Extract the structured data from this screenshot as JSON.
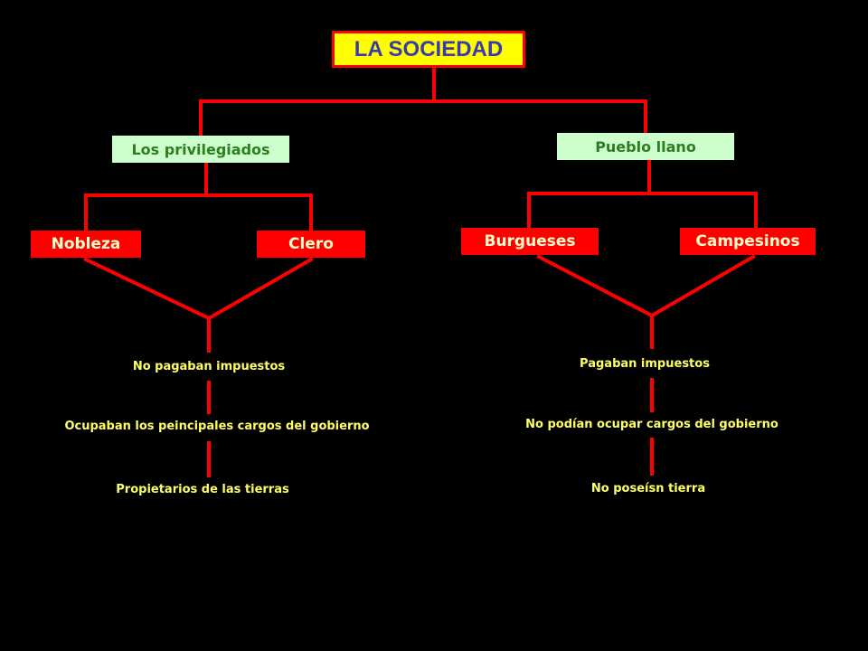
{
  "root": "LA SOCIEDAD",
  "groups": {
    "left": "Los privilegiados",
    "right": "Pueblo llano"
  },
  "subgroups": {
    "nobleza": "Nobleza",
    "clero": "Clero",
    "burgueses": "Burgueses",
    "campesinos": "Campesinos"
  },
  "left_traits": [
    "No pagaban impuestos",
    "Ocupaban los peincipales cargos del gobierno",
    "Propietarios de las tierras"
  ],
  "right_traits": [
    "Pagaban impuestos",
    "No podían ocupar cargos del gobierno",
    "No poseísn tierra"
  ],
  "colors": {
    "background": "#000000",
    "connector": "#ff0000",
    "root_fill": "#ffff00",
    "root_text": "#3a3aa8",
    "group_fill": "#ccffcc",
    "group_text": "#2e7d1e",
    "subgroup_fill": "#ff0000",
    "subgroup_text": "#ffffcc",
    "trait_text": "#ffff66"
  }
}
